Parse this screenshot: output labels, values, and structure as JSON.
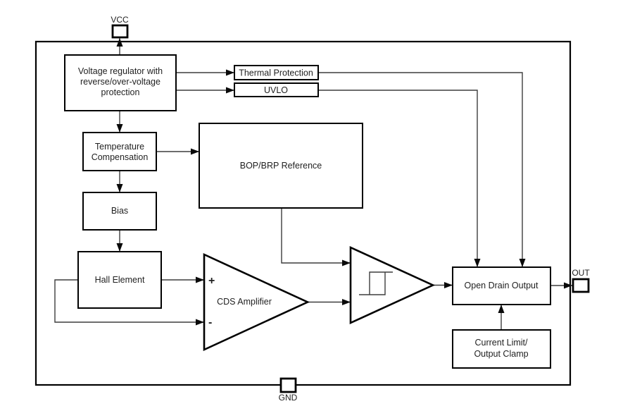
{
  "pins": {
    "vcc": "VCC",
    "gnd": "GND",
    "out": "OUT"
  },
  "blocks": {
    "voltage_regulator": {
      "line1": "Voltage regulator with",
      "line2": "reverse/over-voltage",
      "line3": "protection"
    },
    "thermal_protection": {
      "label": "Thermal Protection"
    },
    "uvlo": {
      "label": "UVLO"
    },
    "temperature_compensation": {
      "line1": "Temperature",
      "line2": "Compensation"
    },
    "bop_brp_reference": {
      "label": "BOP/BRP Reference"
    },
    "bias": {
      "label": "Bias"
    },
    "hall_element": {
      "label": "Hall Element"
    },
    "cds_amplifier": {
      "label": "CDS Amplifier",
      "plus_input": "+",
      "minus_input": "-"
    },
    "open_drain_output": {
      "label": "Open Drain Output"
    },
    "current_limit_output_clamp": {
      "line1": "Current Limit/",
      "line2": "Output Clamp"
    }
  },
  "colors": {
    "background": "#ffffff",
    "box_border": "#000000",
    "wire": "#3d3d3d",
    "text": "#1f1f1f"
  }
}
